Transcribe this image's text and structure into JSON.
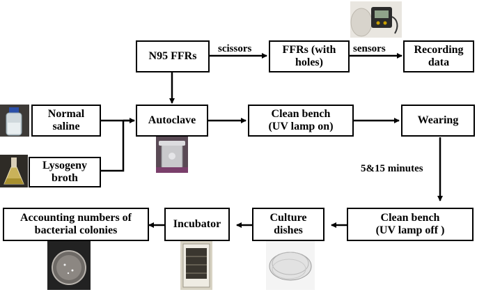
{
  "nodes": {
    "n95": "N95 FFRs",
    "ffr_holes": "FFRs (with\nholes)",
    "recording": "Recording\ndata",
    "saline": "Normal\nsaline",
    "lysogeny": "Lysogeny\nbroth",
    "autoclave": "Autoclave",
    "bench_on": "Clean bench\n(UV lamp on)",
    "wearing": "Wearing",
    "bench_off": "Clean bench\n(UV lamp off )",
    "culture": "Culture\ndishes",
    "incubator": "Incubator",
    "counting": "Accounting numbers of\nbacterial colonies"
  },
  "labels": {
    "scissors": "scissors",
    "sensors": "sensors",
    "duration": "5&15 minutes"
  },
  "colors": {
    "line": "#000000",
    "box_fill": "#ffffff"
  },
  "photos": [
    "sensor-device",
    "saline-bottle",
    "broth-flask",
    "autoclave-pot",
    "colony-dish",
    "incubator-cabinet",
    "petri-dish"
  ]
}
